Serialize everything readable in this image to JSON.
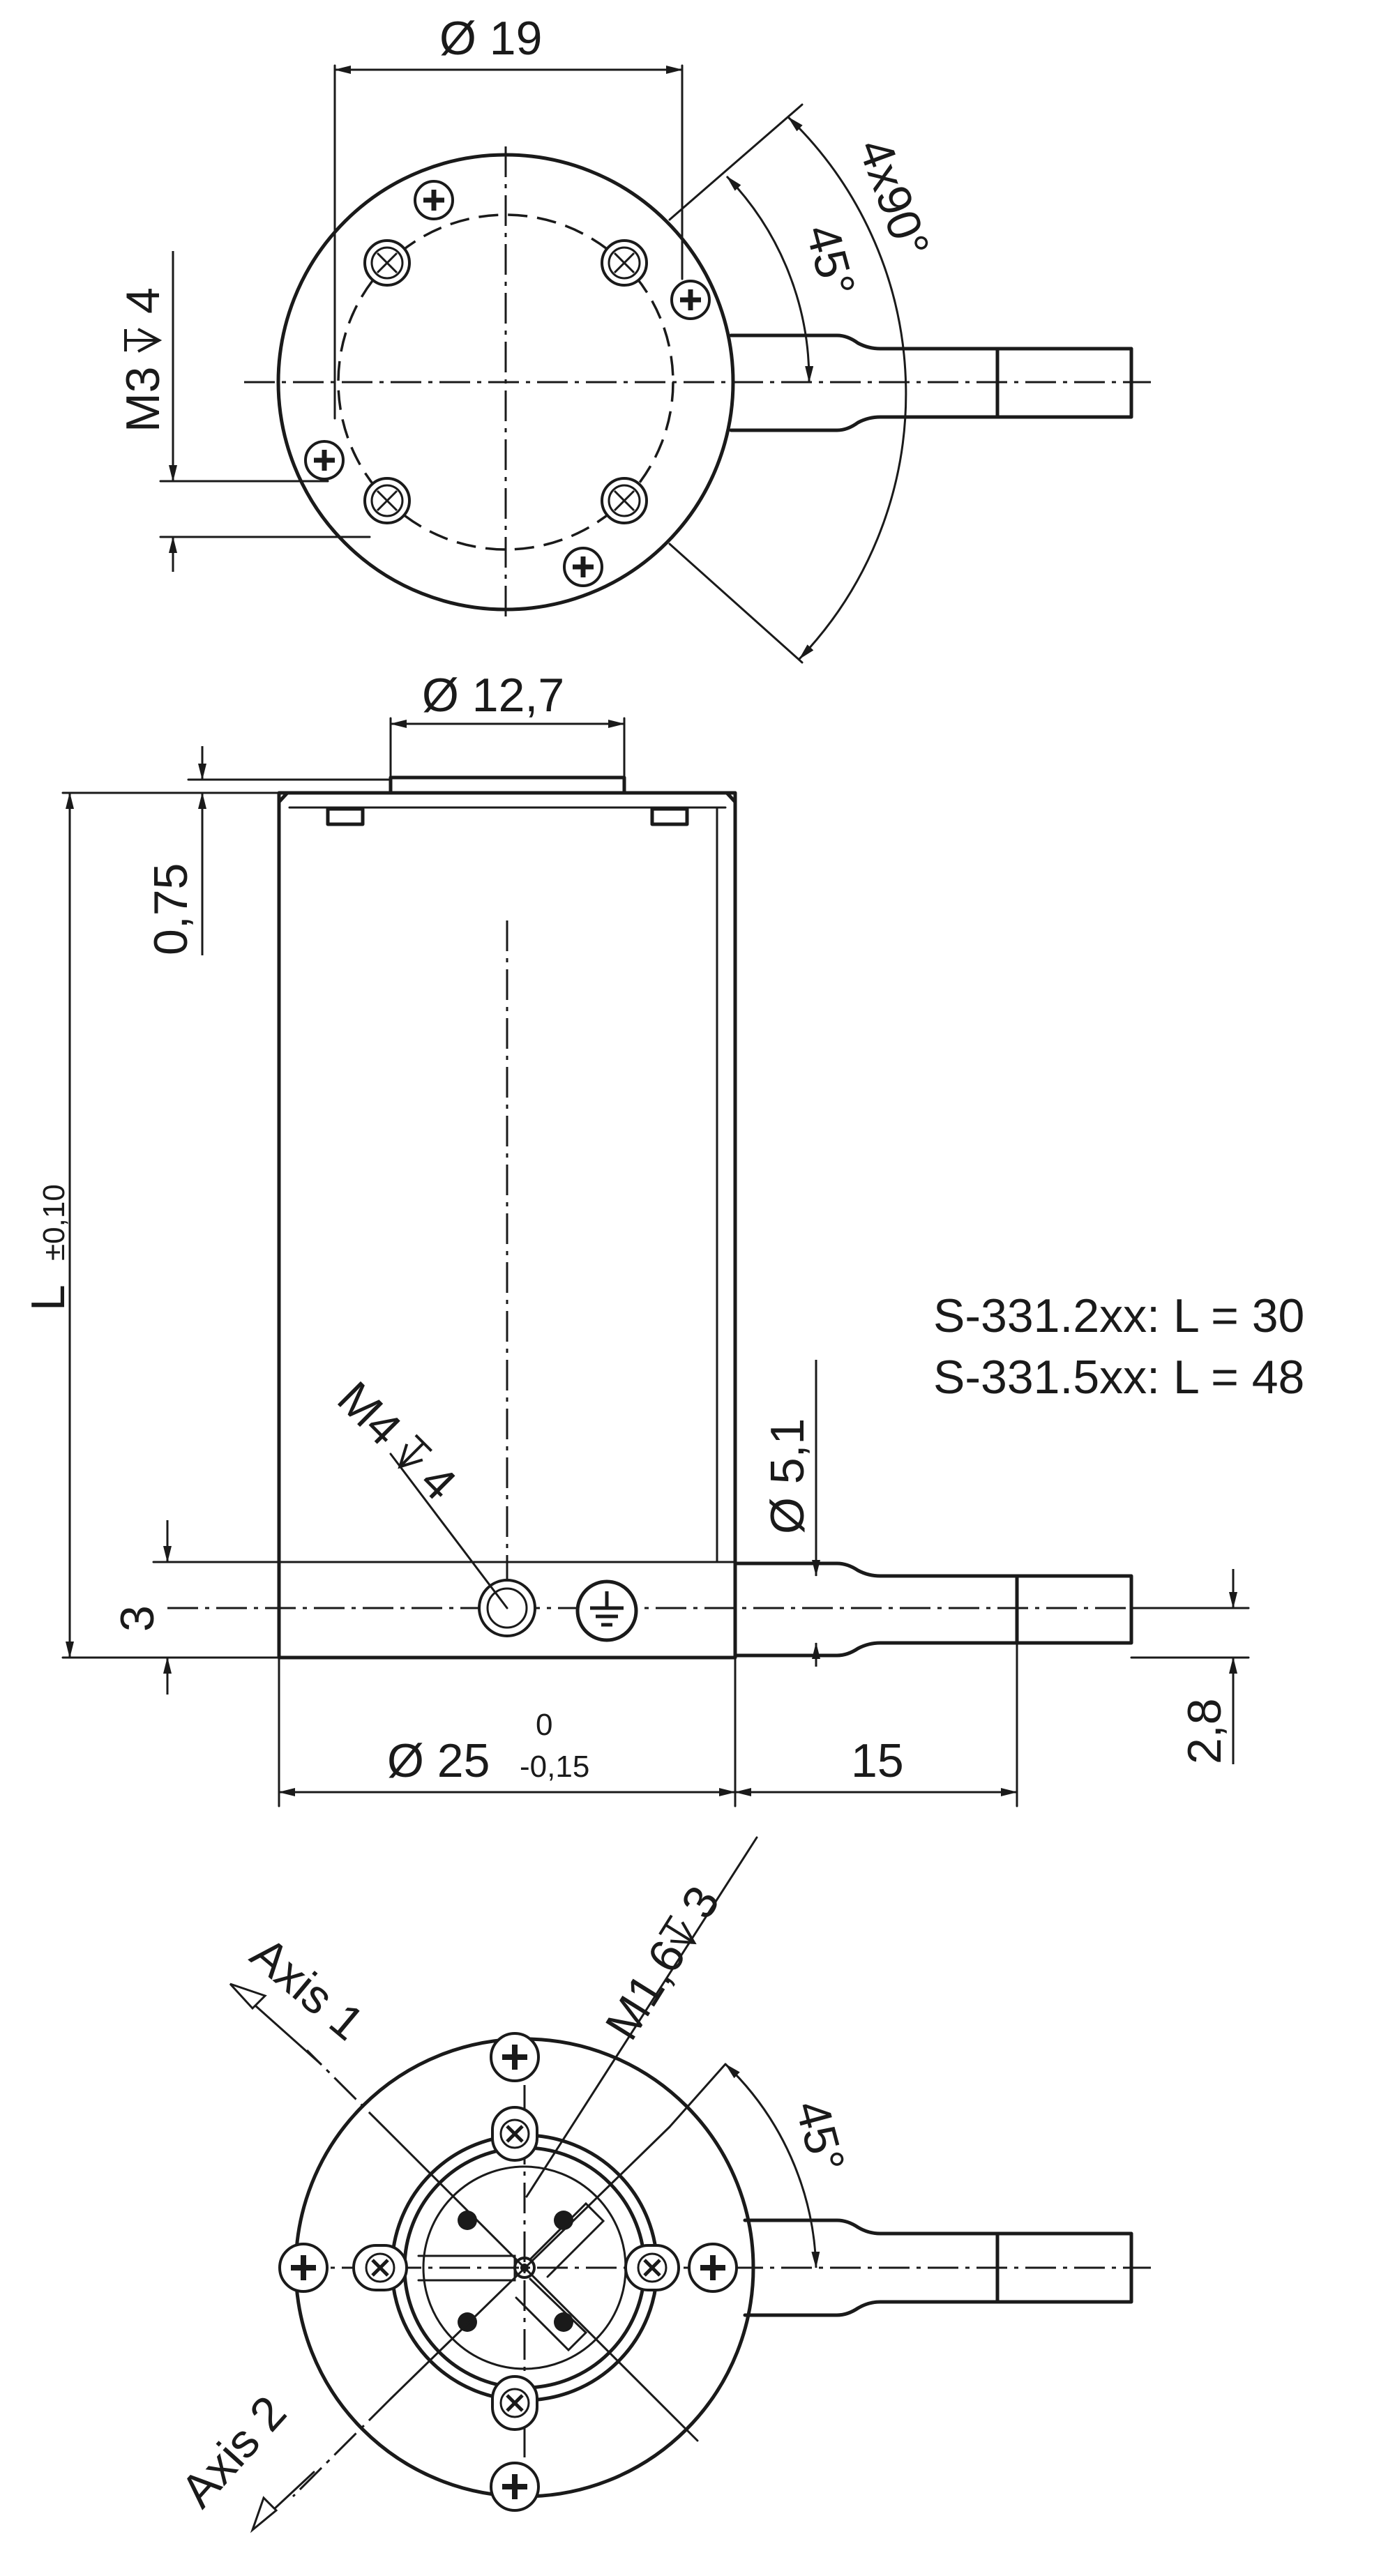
{
  "top_view": {
    "dia_label": "Ø 19",
    "angle_outer": "4x90°",
    "angle_inner": "45°",
    "thread": "M3",
    "depth": "4"
  },
  "side_view": {
    "dia_top": "Ø 12,7",
    "offset": "0,75",
    "length_label": "L",
    "length_tol": "±0,10",
    "thread": "M4",
    "thread_depth": "4",
    "cable_dia": "Ø 5,1",
    "height_3": "3",
    "height_28": "2,8",
    "body_dia": "Ø 25",
    "tol_upper": "0",
    "tol_lower": "-0,15",
    "cable_len": "15",
    "variants": [
      "S-331.2xx: L = 30",
      "S-331.5xx: L = 48"
    ]
  },
  "bottom_view": {
    "axis1": "Axis 1",
    "axis2": "Axis 2",
    "thread": "M1,6",
    "depth": "3",
    "angle": "45°"
  }
}
